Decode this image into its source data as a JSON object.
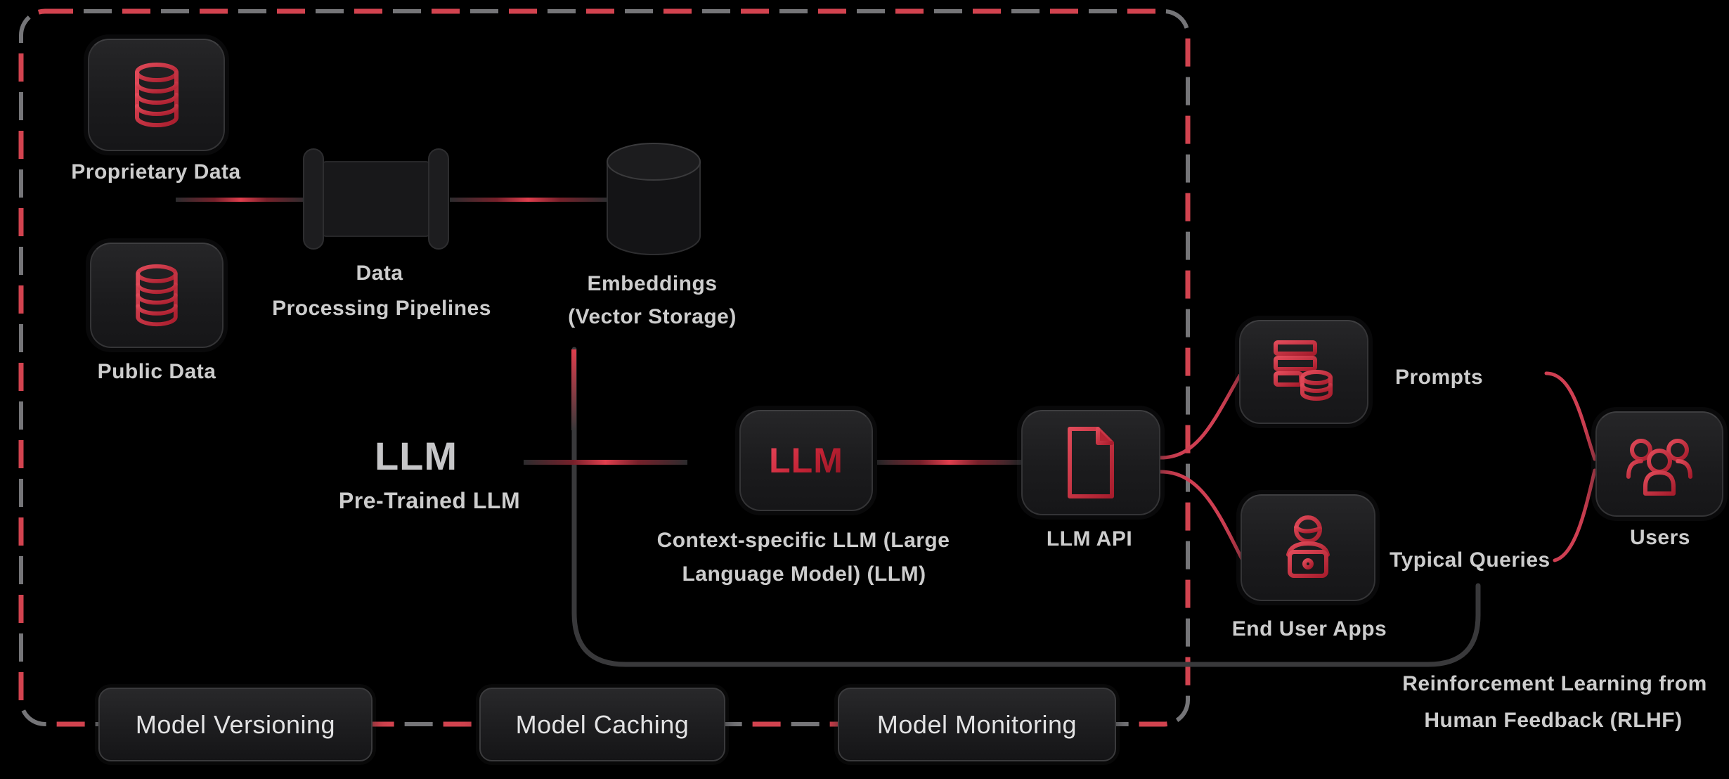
{
  "theme": {
    "background": "#000000",
    "accent_red": "#d7404f",
    "wire_gray": "#39393b",
    "label_color": "#cdcdcd",
    "dash_red": "#d2434f",
    "dash_gray": "#757578",
    "box_border": "#343436",
    "pill_text": "#e2e2e3",
    "icon_red": "#d63c4c"
  },
  "nodes": {
    "proprietary_data": {
      "label": "Proprietary Data",
      "icon": "database-icon"
    },
    "public_data": {
      "label": "Public Data",
      "icon": "database-icon"
    },
    "data_processing": {
      "label_line1": "Data",
      "label_line2": "Processing Pipelines",
      "icon": "pipeline-icon"
    },
    "embeddings": {
      "label_line1": "Embeddings",
      "label_line2": "(Vector Storage)",
      "icon": "storage-cylinder-icon"
    },
    "pre_trained_llm": {
      "big_text": "LLM",
      "label": "Pre-Trained LLM"
    },
    "context_llm": {
      "box_text": "LLM",
      "label_line1": "Context-specific LLM (Large",
      "label_line2": "Language Model) (LLM)"
    },
    "llm_api": {
      "label": "LLM API",
      "icon": "document-icon"
    },
    "prompts": {
      "label": "Prompts",
      "icon": "prompt-stack-icon"
    },
    "end_user_apps": {
      "label": "End User Apps",
      "icon": "person-laptop-icon"
    },
    "typical_queries": {
      "label": "Typical Queries"
    },
    "users": {
      "label": "Users",
      "icon": "users-icon"
    },
    "rlhf": {
      "label_line1": "Reinforcement Learning from",
      "label_line2": "Human Feedback (RLHF)"
    }
  },
  "pills": [
    "Model Versioning",
    "Model Caching",
    "Model Monitoring"
  ]
}
